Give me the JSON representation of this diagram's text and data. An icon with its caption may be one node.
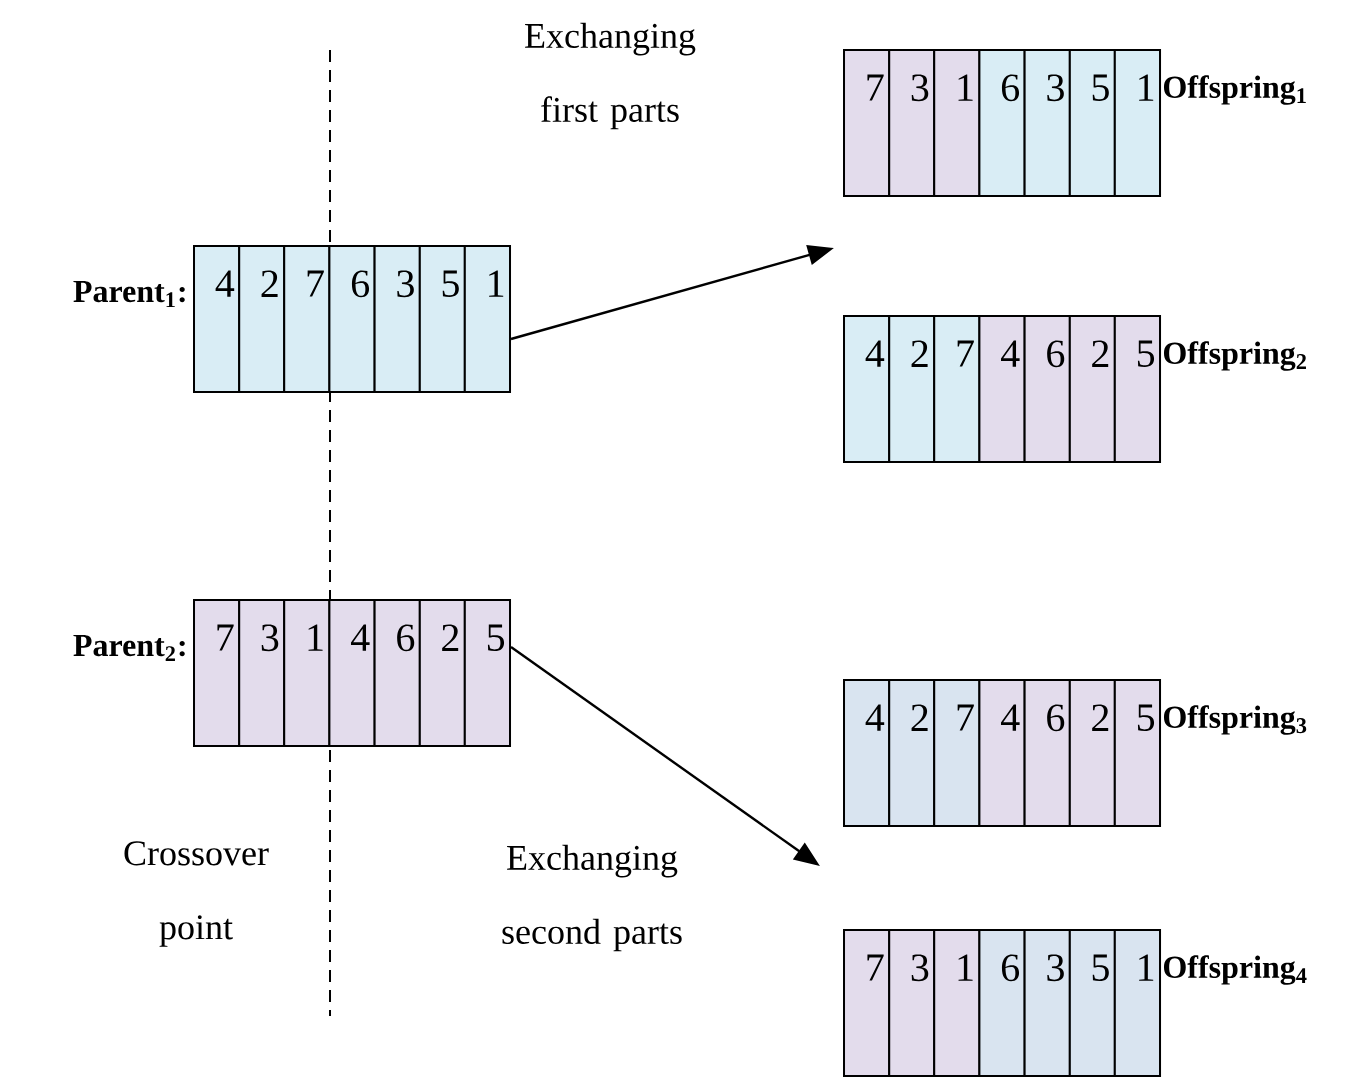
{
  "diagram": {
    "nodes": [
      {
        "text": [
          "4",
          "2",
          "7",
          "6",
          "3",
          "5",
          "1"
        ],
        "beside": [
          "Parent$_{1}$:"
        ]
      },
      {
        "text": [
          "7",
          "3",
          "1",
          "4",
          "6",
          "2",
          "5"
        ],
        "beside": [
          "Parent$_{2}$:"
        ]
      },
      {
        "text": [
          "7",
          "3",
          "1",
          "6",
          "3",
          "5",
          "1"
        ],
        "beside": [
          "Offspring$_{1}$"
        ]
      },
      {
        "text": [
          "4",
          "2",
          "7",
          "4",
          "6",
          "2",
          "5"
        ],
        "beside": [
          "Offspring$_{2}$"
        ]
      },
      {
        "text": [
          "4",
          "2",
          "7",
          "4",
          "6",
          "2",
          "5"
        ],
        "beside": [
          "Offspring$_{3}$"
        ]
      },
      {
        "text": [
          "7",
          "3",
          "1",
          "6",
          "3",
          "5",
          "1"
        ],
        "beside": [
          "Offspring$_{4}$"
        ]
      }
    ],
    "edges": [
      {
        "from": 0,
        "to": null,
        "arrow": "to"
      },
      {
        "from": 1,
        "to": null,
        "arrow": "to"
      }
    ],
    "labels": [
      "Exchanging first parts",
      "Crossover point",
      "Exchanging second parts"
    ]
  }
}
